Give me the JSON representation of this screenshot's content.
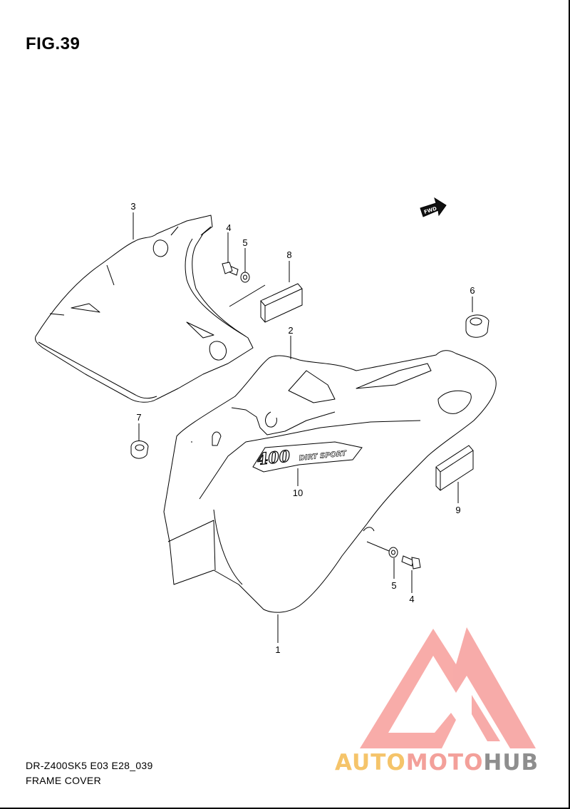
{
  "figure": {
    "title": "FIG.39",
    "model_code": "DR-Z400SK5 E03 E28_039",
    "name": "FRAME COVER"
  },
  "fwd_badge": "FWD",
  "decal_text": {
    "number": "400",
    "word": "DIRT SPORT"
  },
  "callouts": [
    {
      "id": "part-1",
      "label": "1"
    },
    {
      "id": "part-2",
      "label": "2"
    },
    {
      "id": "part-3",
      "label": "3"
    },
    {
      "id": "part-4-upper",
      "label": "4"
    },
    {
      "id": "part-5-upper",
      "label": "5"
    },
    {
      "id": "part-6",
      "label": "6"
    },
    {
      "id": "part-7",
      "label": "7"
    },
    {
      "id": "part-8",
      "label": "8"
    },
    {
      "id": "part-9",
      "label": "9"
    },
    {
      "id": "part-10",
      "label": "10"
    },
    {
      "id": "part-5-lower",
      "label": "5"
    },
    {
      "id": "part-4-lower",
      "label": "4"
    }
  ],
  "watermark": {
    "part1": "AUTO",
    "part2": "MOTO",
    "part3": "HUB",
    "colors": {
      "auto": "#f5c46a",
      "moto": "#f3a09a",
      "hub": "#8e8e8e",
      "logo": "#f7a3a0"
    }
  }
}
